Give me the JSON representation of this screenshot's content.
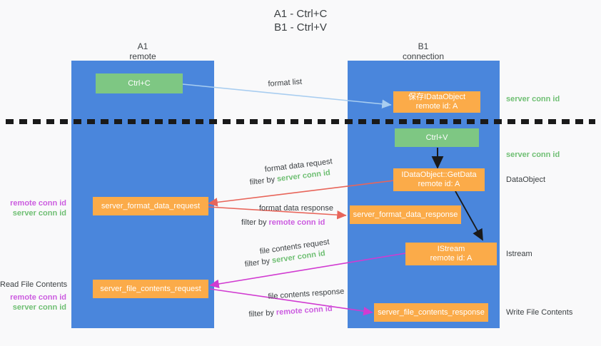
{
  "title": {
    "line1": "A1 - Ctrl+C",
    "line2": "B1 - Ctrl+V"
  },
  "lanes": [
    {
      "name": "A1",
      "sub": "remote"
    },
    {
      "name": "B1",
      "sub": "connection"
    }
  ],
  "nodes": {
    "ctrl_c": "Ctrl+C",
    "ctrl_v": "Ctrl+V",
    "save_idataobject_l1": "保存IDataObject",
    "save_idataobject_l2": "remote id: A",
    "getdata_l1": "IDataObject::GetData",
    "getdata_l2": "remote id: A",
    "istream_l1": "IStream",
    "istream_l2": "remote id: A",
    "format_data_request": "server_format_data_request",
    "format_data_response": "server_format_data_response",
    "file_contents_request": "server_file_contents_request",
    "file_contents_response": "server_file_contents_response"
  },
  "edges": {
    "format_list": "format list",
    "format_data_request": "format data request",
    "format_data_request_filter_pre": "filter by ",
    "format_data_request_filter_key": "server conn id",
    "format_data_response": "format data response",
    "format_data_response_filter_pre": "filter by ",
    "format_data_response_filter_key": "remote conn id",
    "file_contents_request": "file contents request",
    "file_contents_request_filter_pre": "filter by ",
    "file_contents_request_filter_key": "server conn id",
    "file_contents_response": "file contents response",
    "file_contents_response_filter_pre": "filter by ",
    "file_contents_response_filter_key": "remote conn id"
  },
  "annotations": {
    "right_server_conn_1": "server conn id",
    "right_server_conn_2": "server conn id",
    "right_dataobject": "DataObject",
    "right_istream": "Istream",
    "right_write_file_contents": "Write File Contents",
    "left_remote_conn_1": "remote conn id",
    "left_server_conn_1": "server conn id",
    "left_read_file_contents": "Read File Contents",
    "left_remote_conn_2": "remote conn id",
    "left_server_conn_2": "server conn id"
  },
  "colors": {
    "background": "#f9f9fa",
    "lane": "#4a86dc",
    "green_node": "#7ec783",
    "orange_node": "#fbab49",
    "green_text": "#6fbf73",
    "magenta_text": "#cc5ce0",
    "light_blue_arrow": "#a8cdf0",
    "red_arrow": "#e8655a",
    "magenta_arrow": "#d13bd1",
    "black_arrow": "#1a1a1a",
    "divider": "#1a1a1a"
  }
}
